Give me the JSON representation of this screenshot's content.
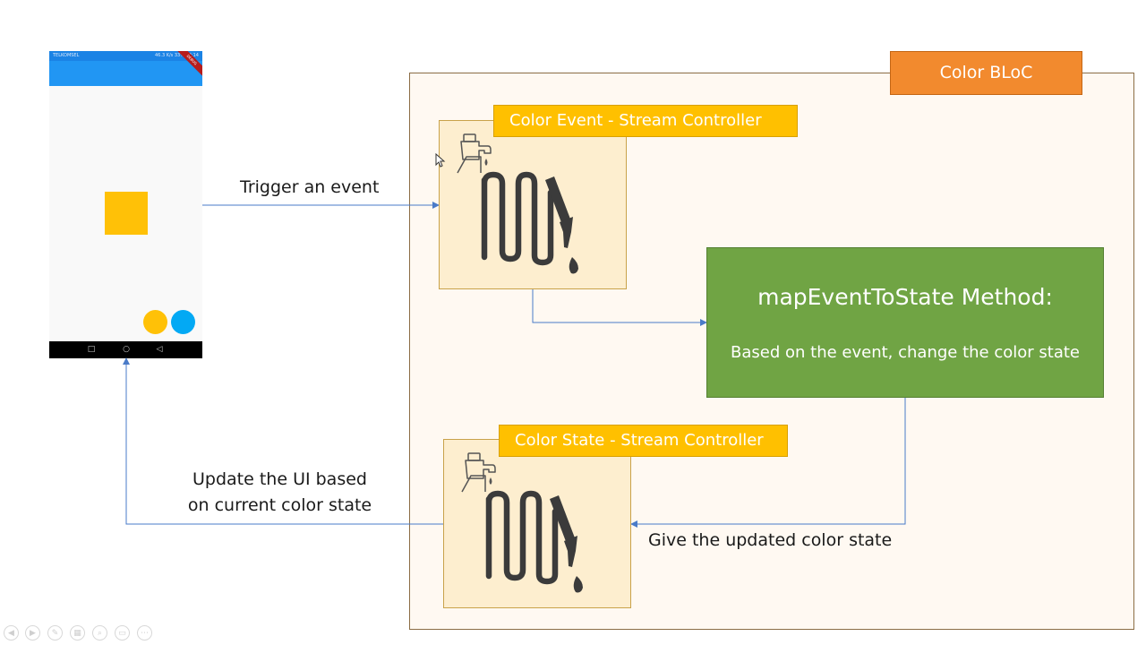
{
  "phone": {
    "status_left": "TELKOMSEL",
    "status_right": "46.3 K/s  33%  22:14",
    "debug_ribbon": "DEBUG",
    "nav_icons": [
      "square-icon",
      "circle-icon",
      "triangle-back-icon"
    ],
    "square_color": "#ffc107",
    "fab_colors": [
      "#ffc107",
      "#03a9f4"
    ],
    "app_bar_color": "#2196f3"
  },
  "labels": {
    "trigger": "Trigger an event",
    "update_line1": "Update the UI based",
    "update_line2": "on current color state",
    "give": "Give the updated color state"
  },
  "bloc": {
    "title": "Color BLoC"
  },
  "event_controller": {
    "title": "Color Event - Stream Controller",
    "icon": "faucet-pipe-icon"
  },
  "state_controller": {
    "title": "Color State - Stream Controller",
    "icon": "faucet-pipe-icon"
  },
  "method": {
    "title": "mapEventToState Method:",
    "description": "Based on the event, change the color state"
  },
  "colors": {
    "bloc_orange": "#f28a2e",
    "stream_yellow": "#ffc000",
    "method_green": "#70a444",
    "connector_blue": "#4a7bc8"
  }
}
